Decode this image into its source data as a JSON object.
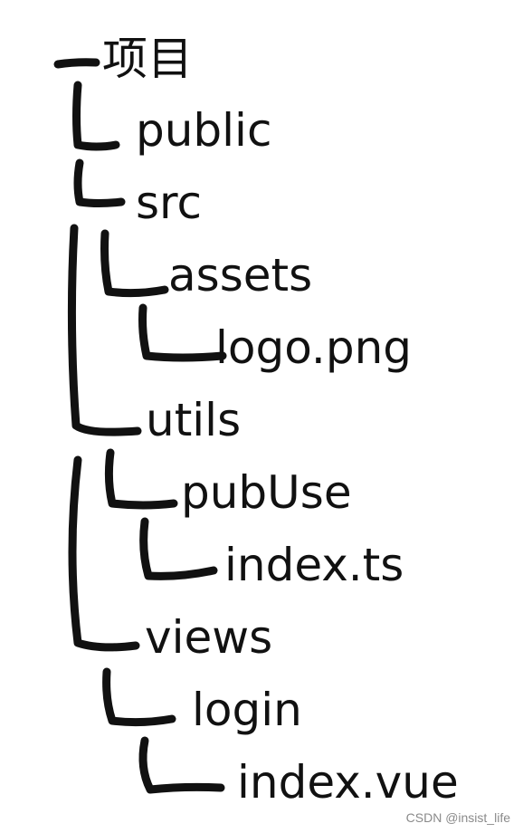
{
  "tree": {
    "root": "项目",
    "nodes": [
      {
        "label": "public"
      },
      {
        "label": "src"
      },
      {
        "label": "assets"
      },
      {
        "label": "logo.png"
      },
      {
        "label": "utils"
      },
      {
        "label": "pubUse"
      },
      {
        "label": "index.ts"
      },
      {
        "label": "views"
      },
      {
        "label": "login"
      },
      {
        "label": "index.vue"
      }
    ]
  },
  "watermark": "CSDN @insist_life",
  "colors": {
    "ink": "#111111",
    "background": "#ffffff",
    "watermark": "#8a8a8a"
  }
}
